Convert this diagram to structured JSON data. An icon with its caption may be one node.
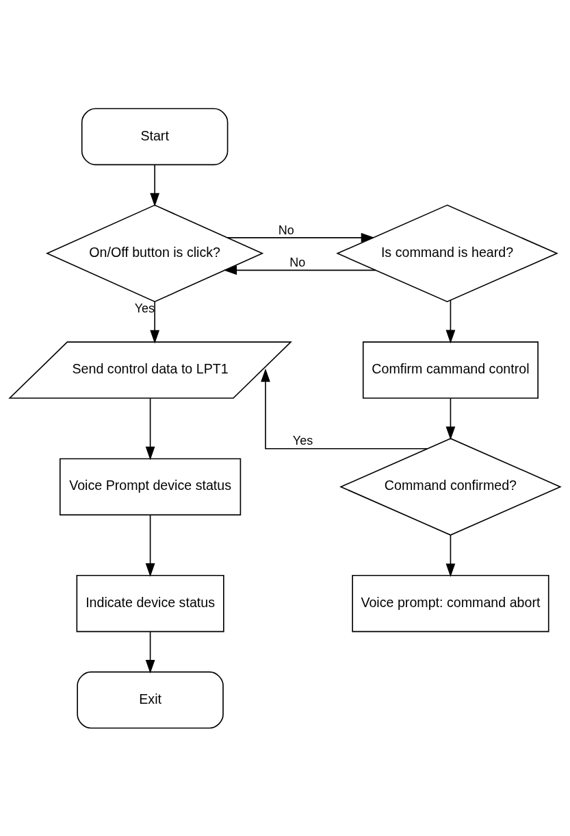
{
  "diagram": {
    "nodes": [
      {
        "text": [
          "Start"
        ]
      },
      {
        "text": [
          "On/Off button is click?"
        ]
      },
      {
        "text": [
          "Is command is heard?"
        ]
      },
      {
        "text": [
          "Send control data to LPT1"
        ]
      },
      {
        "text": [
          "Comfirm cammand control"
        ]
      },
      {
        "text": [
          "Voice Prompt device status"
        ]
      },
      {
        "text": [
          "Command confirmed?"
        ]
      },
      {
        "text": [
          "Indicate device status"
        ]
      },
      {
        "text": [
          "Voice prompt: command abort"
        ]
      },
      {
        "text": [
          "Exit"
        ]
      }
    ],
    "edges": [
      {
        "from": 0,
        "to": 1,
        "arrow": "to"
      },
      {
        "from": 1,
        "to": 2,
        "arrow": "to",
        "label": "No"
      },
      {
        "from": 2,
        "to": 1,
        "arrow": "to",
        "label": "No"
      },
      {
        "from": 1,
        "to": 3,
        "arrow": "to",
        "label": "Yes"
      },
      {
        "from": 2,
        "to": 4,
        "arrow": "to"
      },
      {
        "from": 3,
        "to": 5,
        "arrow": "to"
      },
      {
        "from": 4,
        "to": 6,
        "arrow": "to"
      },
      {
        "from": 6,
        "to": 3,
        "arrow": "to",
        "label": "Yes"
      },
      {
        "from": 5,
        "to": 7,
        "arrow": "to"
      },
      {
        "from": 6,
        "to": 8,
        "arrow": "to"
      },
      {
        "from": 7,
        "to": 9,
        "arrow": "to"
      }
    ]
  }
}
